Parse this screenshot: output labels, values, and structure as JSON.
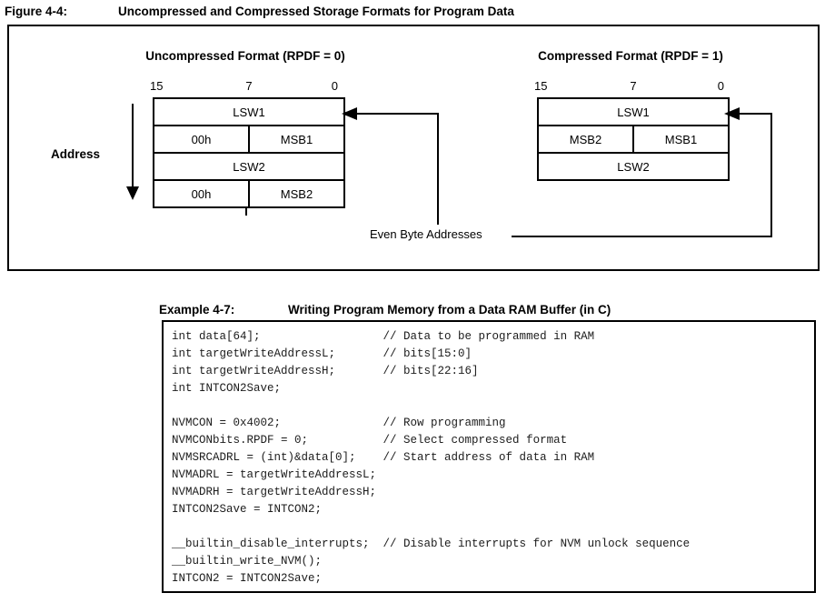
{
  "figure": {
    "label": "Figure 4-4:",
    "title": "Uncompressed and Compressed Storage Formats for Program Data"
  },
  "diagram": {
    "uncompressed": {
      "title": "Uncompressed Format (RPDF = 0)",
      "bit_labels": [
        "15",
        "7",
        "0"
      ],
      "rows": [
        {
          "cells": [
            "LSW1"
          ]
        },
        {
          "cells": [
            "00h",
            "MSB1"
          ]
        },
        {
          "cells": [
            "LSW2"
          ]
        },
        {
          "cells": [
            "00h",
            "MSB2"
          ]
        }
      ]
    },
    "compressed": {
      "title": "Compressed Format (RPDF = 1)",
      "bit_labels": [
        "15",
        "7",
        "0"
      ],
      "rows": [
        {
          "cells": [
            "LSW1"
          ]
        },
        {
          "cells": [
            "MSB2",
            "MSB1"
          ]
        },
        {
          "cells": [
            "LSW2"
          ]
        }
      ]
    },
    "address_label": "Address",
    "even_byte_label": "Even Byte Addresses"
  },
  "example": {
    "label": "Example 4-7:",
    "title": "Writing Program Memory from a Data RAM Buffer (in C)",
    "code_lines": [
      "int data[64];                  // Data to be programmed in RAM",
      "int targetWriteAddressL;       // bits[15:0]",
      "int targetWriteAddressH;       // bits[22:16]",
      "int INTCON2Save;",
      "",
      "NVMCON = 0x4002;               // Row programming",
      "NVMCONbits.RPDF = 0;           // Select compressed format",
      "NVMSRCADRL = (int)&data[0];    // Start address of data in RAM",
      "NVMADRL = targetWriteAddressL;",
      "NVMADRH = targetWriteAddressH;",
      "INTCON2Save = INTCON2;",
      "",
      "__builtin_disable_interrupts;  // Disable interrupts for NVM unlock sequence",
      "__builtin_write_NVM();",
      "INTCON2 = INTCON2Save;"
    ]
  },
  "colors": {
    "ink": "#000000",
    "background": "#ffffff"
  }
}
